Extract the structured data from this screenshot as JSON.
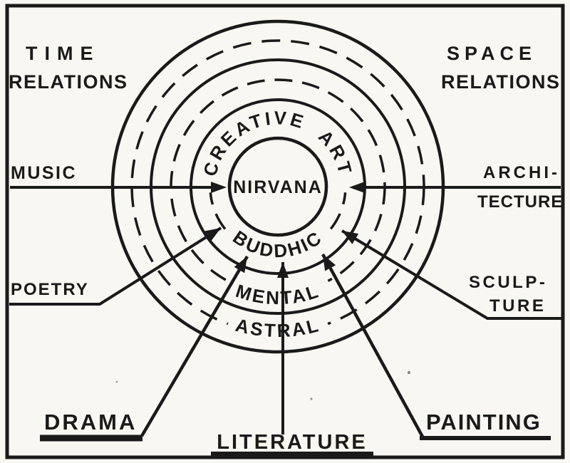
{
  "colors": {
    "ink": "#1a1a1a",
    "paper": "#f8f7f2"
  },
  "corner_labels": {
    "time_relations": {
      "line1": "TIME",
      "line2": "RELATIONS"
    },
    "space_relations": {
      "line1": "SPACE",
      "line2": "RELATIONS"
    }
  },
  "center": {
    "nirvana": "NIRVANA"
  },
  "rings": {
    "creative_art": "CREATIVE ART",
    "buddhic": "BUDDHIC",
    "mental": "MENTAL",
    "astral": "ASTRAL"
  },
  "arts": {
    "music": "MUSIC",
    "architecture": {
      "line1": "ARCHI-",
      "line2": "TECTURE"
    },
    "poetry": "POETRY",
    "sculpture": {
      "line1": "SCULP-",
      "line2": "TURE"
    },
    "drama": "DRAMA",
    "literature": "LITERATURE",
    "painting": "PAINTING"
  }
}
